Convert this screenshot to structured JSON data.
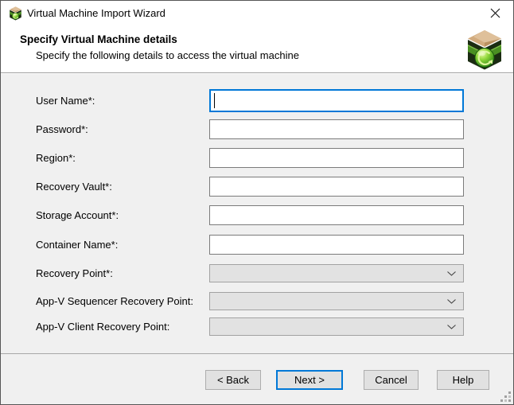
{
  "window": {
    "title": "Virtual Machine Import Wizard"
  },
  "header": {
    "title": "Specify Virtual Machine details",
    "subtitle": "Specify the following details to access the virtual machine"
  },
  "form": {
    "fields": [
      {
        "label": "User Name*:",
        "type": "text",
        "value": "",
        "state": "focused"
      },
      {
        "label": "Password*:",
        "type": "text",
        "value": ""
      },
      {
        "label": "Region*:",
        "type": "text",
        "value": ""
      },
      {
        "label": "Recovery Vault*:",
        "type": "text",
        "value": ""
      },
      {
        "label": "Storage Account*:",
        "type": "text",
        "value": ""
      },
      {
        "label": "Container Name*:",
        "type": "text",
        "value": ""
      },
      {
        "label": "Recovery Point*:",
        "type": "dropdown",
        "value": ""
      },
      {
        "label": "App-V Sequencer Recovery Point:",
        "type": "dropdown",
        "value": ""
      },
      {
        "label": "App-V Client Recovery Point:",
        "type": "dropdown",
        "value": ""
      }
    ]
  },
  "nav": {
    "back": "< Back",
    "next": "Next >",
    "cancel": "Cancel",
    "help": "Help"
  },
  "colors": {
    "accent_focus": "#0078d7",
    "body_bg": "#f0f0f0",
    "titlebar_bg": "#ffffff",
    "button_bg": "#e1e1e1",
    "button_border": "#adadad",
    "textbox_border": "#7b7b7b",
    "dropdown_bg": "#e2e2e2",
    "separator": "#a0a0a0"
  }
}
